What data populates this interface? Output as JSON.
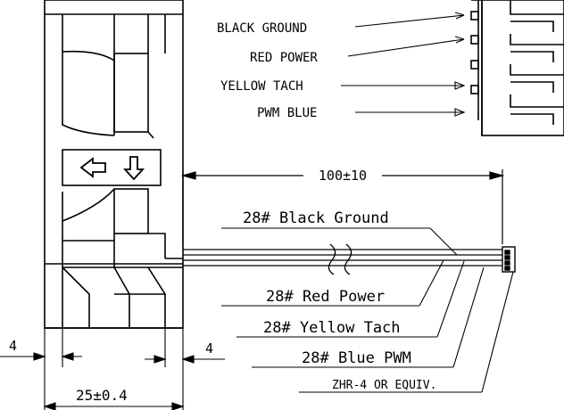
{
  "connector_labels": {
    "black_ground": "BLACK GROUND",
    "red_power": "RED POWER",
    "yellow_tach": "YELLOW TACH",
    "pwm_blue": "PWM BLUE"
  },
  "dimensions": {
    "cable_length": "100±10",
    "left_gap": "4",
    "right_gap": "4",
    "fan_thickness": "25±0.4"
  },
  "wire_callouts": {
    "black_ground": "28# Black Ground",
    "red_power": "28# Red Power",
    "yellow_tach": "28# Yellow Tach",
    "blue_pwm": "28# Blue PWM",
    "connector": "ZHR-4 OR EQUIV."
  },
  "colors": {
    "line": "#000000",
    "background": "#ffffff"
  },
  "icons": [
    "airflow-left-arrow-icon",
    "airflow-down-arrow-icon"
  ]
}
